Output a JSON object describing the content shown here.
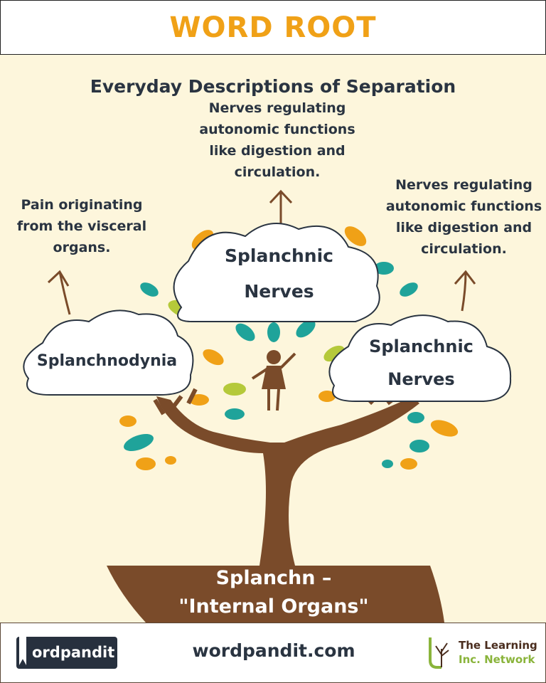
{
  "header": {
    "title": "WORD ROOT"
  },
  "main": {
    "subtitle": "Everyday Descriptions of Separation",
    "center_desc": [
      "Nerves regulating",
      "autonomic functions",
      "like digestion and",
      "circulation."
    ],
    "left_desc": [
      "Pain originating",
      "from the visceral",
      "organs."
    ],
    "right_desc": [
      "Nerves regulating",
      "autonomic functions",
      "like digestion and",
      "circulation."
    ],
    "center_cloud": [
      "Splanchnic",
      "Nerves"
    ],
    "left_cloud": "Splanchnodynia",
    "right_cloud": [
      "Splanchnic",
      "Nerves"
    ],
    "root": [
      "Splanchn –",
      "\"Internal Organs\""
    ]
  },
  "footer": {
    "logo": "ordpandit",
    "site": "wordpandit.com",
    "network_line1": "The Learning",
    "network_line2": "Inc. Network"
  },
  "colors": {
    "accent": "#f0a117",
    "background": "#fdf6dc",
    "trunk": "#7a4b2a",
    "text": "#2a3441"
  }
}
